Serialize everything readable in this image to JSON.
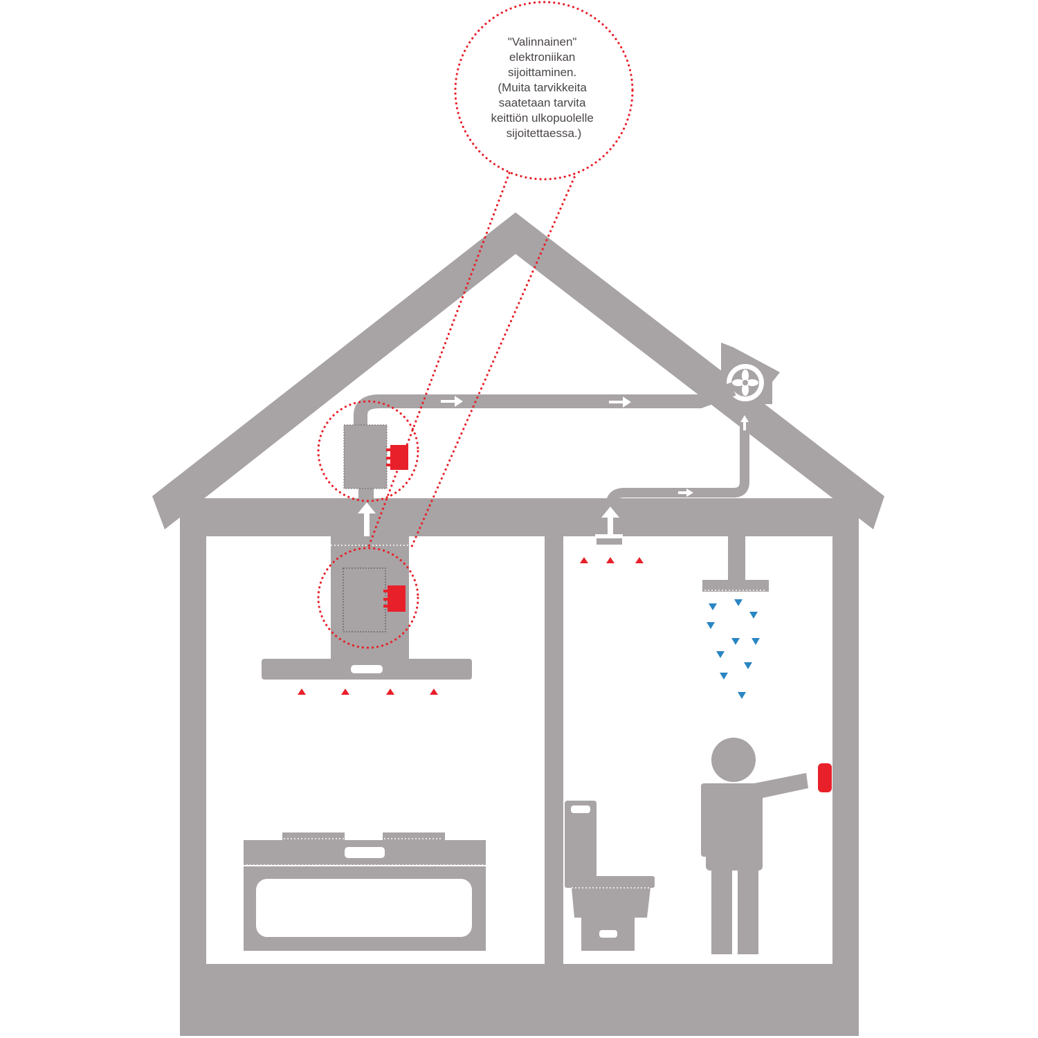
{
  "callout": {
    "lines": [
      "\"Valinnainen\"",
      "elektroniikan",
      "sijoittaminen.",
      "(Muita tarvikkeita",
      "saatetaan tarvita",
      "keittiön ulkopuolelle",
      "sijoitettaessa.)"
    ]
  },
  "colors": {
    "structure": "#a8a3a4",
    "accent_red": "#e8202a",
    "water_blue": "#2a86c2",
    "arrow_white": "#ffffff"
  }
}
